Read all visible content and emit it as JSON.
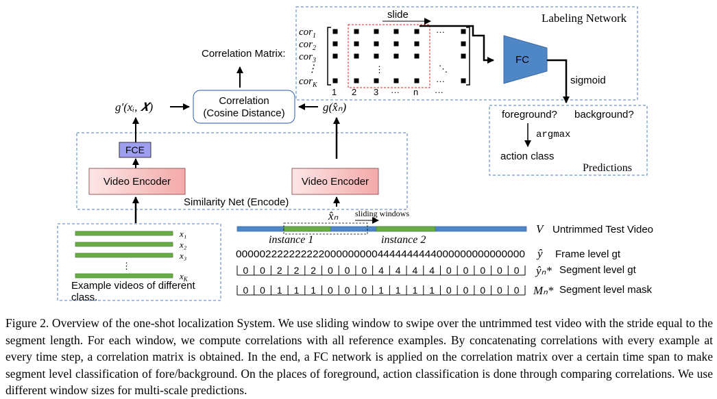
{
  "diagram": {
    "labeling_network": {
      "title": "Labeling Network",
      "slide": "slide",
      "fc": "FC",
      "sigmoid": "sigmoid",
      "row_labels": [
        {
          "base": "cor",
          "sub": "1"
        },
        {
          "base": "cor",
          "sub": "2"
        },
        {
          "base": "cor",
          "sub": "3"
        },
        {
          "base": "⋮",
          "sub": ""
        },
        {
          "base": "cor",
          "sub": "K"
        }
      ],
      "col_labels": [
        "1",
        "2",
        "3",
        "···",
        "n",
        "···"
      ],
      "ellipsis_h": "···",
      "ellipsis_v": "⋮",
      "ellipsis_d": "⋱"
    },
    "predictions": {
      "title": "Predictions",
      "foreground": "foreground?",
      "background": "background?",
      "argmax": "argmax",
      "action_class": "action class"
    },
    "correlation_matrix_label": "Correlation Matrix:",
    "correlation": {
      "line1": "Correlation",
      "line2": "(Cosine Distance)"
    },
    "g_prime": "g′(xᵢ, 𝑿)",
    "g_hat": "g(x̂ₙ)",
    "fce": "FCE",
    "video_encoder_left": "Video Encoder",
    "video_encoder_right": "Video Encoder",
    "similarity_net": "Similarity Net (Encode)",
    "x_hat_n": "x̂ₙ",
    "sliding_windows": "sliding windows",
    "examples": {
      "labels": [
        "x₁",
        "x₂",
        "x₃",
        "⋮",
        "x_K"
      ],
      "caption_line1": "Example videos of different",
      "caption_line2": "class."
    },
    "video": {
      "symbol": "V",
      "label": "Untrimmed Test Video",
      "instance1": "instance 1",
      "instance2": "instance 2"
    },
    "frame_level": {
      "symbol": "ŷ",
      "label": "Frame level gt",
      "sequence": "0000022222222220000000004444444444000000000000000"
    },
    "segment_gt": {
      "symbol": "ŷₙ*",
      "label": "Segment level gt",
      "values": [
        "0",
        "0",
        "2",
        "2",
        "2",
        "0",
        "0",
        "0",
        "4",
        "4",
        "4",
        "4",
        "0",
        "0",
        "0",
        "0",
        "0"
      ]
    },
    "segment_mask": {
      "symbol": "Mₙ*",
      "label": "Segment level mask",
      "values": [
        "0",
        "0",
        "1",
        "1",
        "1",
        "0",
        "0",
        "0",
        "1",
        "1",
        "1",
        "1",
        "0",
        "0",
        "0",
        "0",
        "0"
      ]
    },
    "colors": {
      "dashed_blue": "#4a78c0",
      "fc_blue": "#4f87c6",
      "fce_purple": "#9f9ff0",
      "encoder_pink": "#f6b5b5",
      "video_blue": "#4f87c6",
      "instance_green": "#6aab45",
      "matrix_red": "#e02020"
    }
  },
  "caption": "Figure 2. Overview of the one-shot localization System. We use sliding window to swipe over the untrimmed test video with the stride equal to the segment length. For each window, we compute correlations with all reference examples. By concatenating correlations with every example at every time step, a correlation matrix is obtained. In the end, a FC network is applied on the correlation matrix over a certain time span to make segment level classification of fore/background. On the places of foreground, action classification is done through comparing correlations. We use different window sizes for multi-scale predictions."
}
